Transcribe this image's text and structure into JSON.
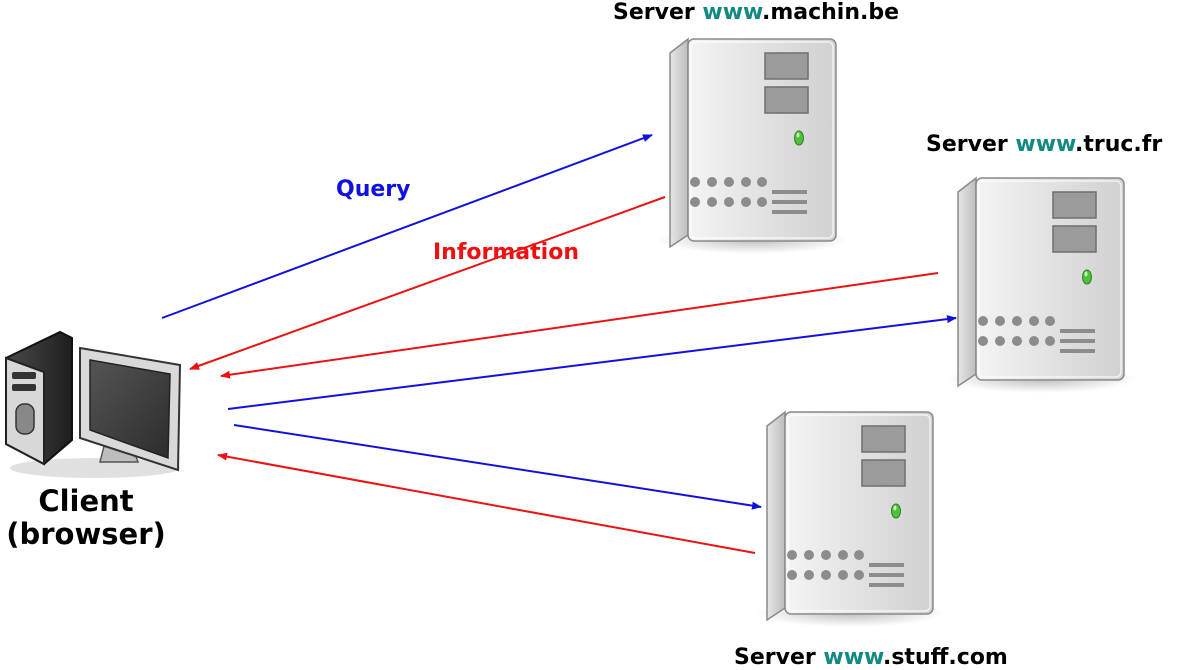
{
  "servers": [
    {
      "prefix": "Server ",
      "www": "www",
      "domain": ".machin.be"
    },
    {
      "prefix": "Server ",
      "www": "www",
      "domain": ".truc.fr"
    },
    {
      "prefix": "Server ",
      "www": "www",
      "domain": ".stuff.com"
    }
  ],
  "client": {
    "line1": "Client",
    "line2": "(browser)"
  },
  "labels": {
    "query": "Query",
    "information": "Information"
  },
  "colors": {
    "query_arrow": "#1111dd",
    "information_arrow": "#ee1111",
    "www_text": "#128a82"
  },
  "icons": {
    "server": "server-tower-icon",
    "client": "desktop-computer-icon"
  }
}
